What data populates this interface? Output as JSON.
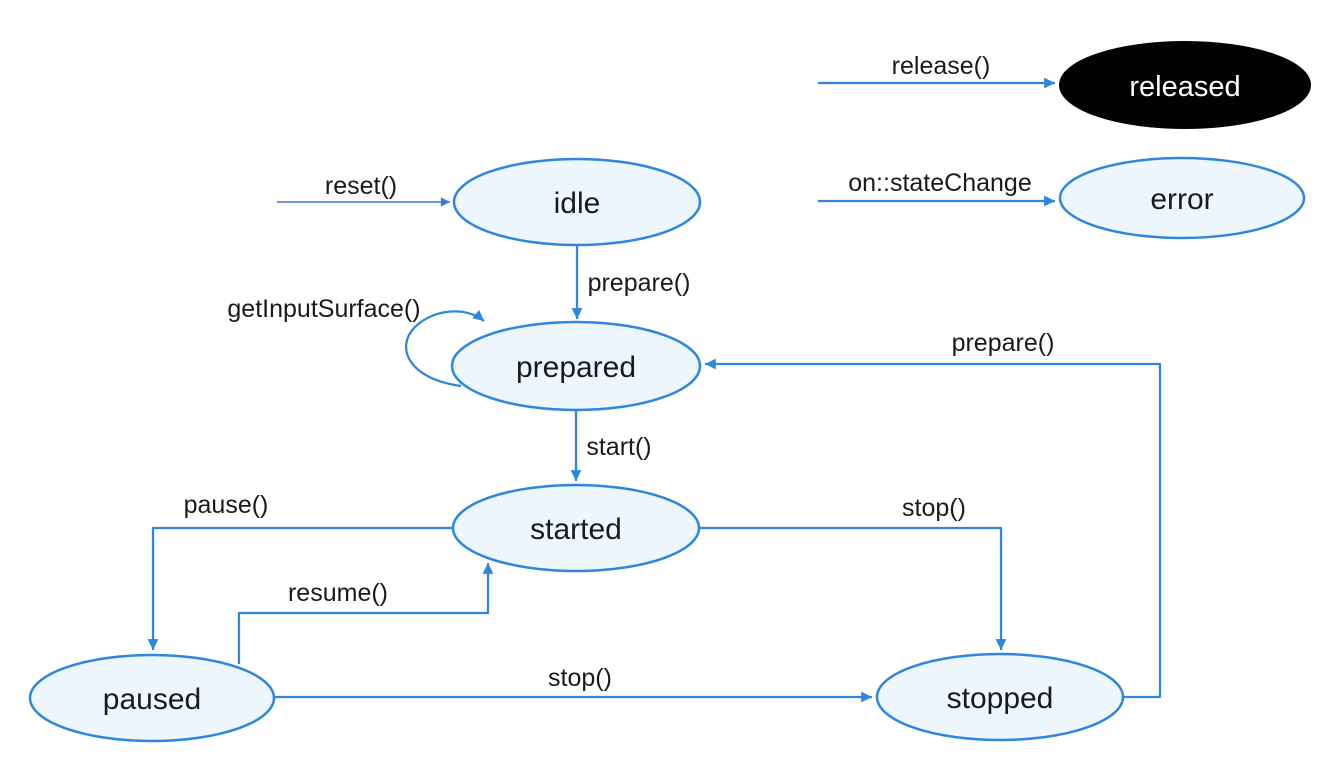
{
  "diagram": {
    "kind": "state-machine",
    "colors": {
      "node_stroke": "#2e86de",
      "node_fill": "#edf6fd",
      "edge": "#2e86de",
      "reset_edge": "#4377d0",
      "released_node_fill": "#030303",
      "released_node_text": "#ffffff",
      "label_text": "#1a1a1a",
      "background": "#ffffff"
    },
    "states": {
      "idle": {
        "label": "idle"
      },
      "prepared": {
        "label": "prepared"
      },
      "started": {
        "label": "started"
      },
      "paused": {
        "label": "paused"
      },
      "stopped": {
        "label": "stopped"
      },
      "released": {
        "label": "released"
      },
      "error": {
        "label": "error"
      }
    },
    "transitions": {
      "reset": {
        "label": "reset()",
        "to": "idle"
      },
      "release": {
        "label": "release()",
        "to": "released"
      },
      "state_change": {
        "label": "on::stateChange",
        "to": "error"
      },
      "prepare": {
        "label": "prepare()",
        "from": "idle",
        "to": "prepared"
      },
      "get_input_surface": {
        "label": "getInputSurface()",
        "from": "prepared",
        "to": "prepared"
      },
      "start": {
        "label": "start()",
        "from": "prepared",
        "to": "started"
      },
      "pause": {
        "label": "pause()",
        "from": "started",
        "to": "paused"
      },
      "resume": {
        "label": "resume()",
        "from": "paused",
        "to": "started"
      },
      "stop_from_started": {
        "label": "stop()",
        "from": "started",
        "to": "stopped"
      },
      "stop_from_paused": {
        "label": "stop()",
        "from": "paused",
        "to": "stopped"
      },
      "prepare_from_stopped": {
        "label": "prepare()",
        "from": "stopped",
        "to": "prepared"
      }
    }
  }
}
